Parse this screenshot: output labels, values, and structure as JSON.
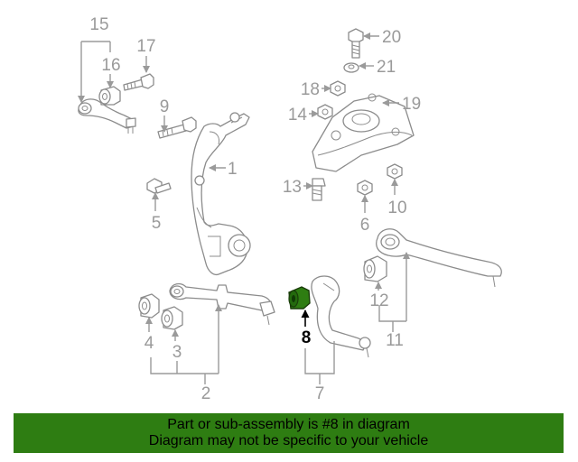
{
  "callouts": {
    "c1": "1",
    "c2": "2",
    "c3": "3",
    "c4": "4",
    "c5": "5",
    "c6": "6",
    "c7": "7",
    "c8": "8",
    "c9": "9",
    "c10": "10",
    "c11": "11",
    "c12": "12",
    "c13": "13",
    "c14": "14",
    "c15": "15",
    "c16": "16",
    "c17": "17",
    "c18": "18",
    "c19": "19",
    "c20": "20",
    "c21": "21"
  },
  "highlight_color": "#2e7d12",
  "banner": {
    "line1": "Part or sub-assembly is #8 in diagram",
    "line2": "Diagram may not be specific to your vehicle"
  }
}
